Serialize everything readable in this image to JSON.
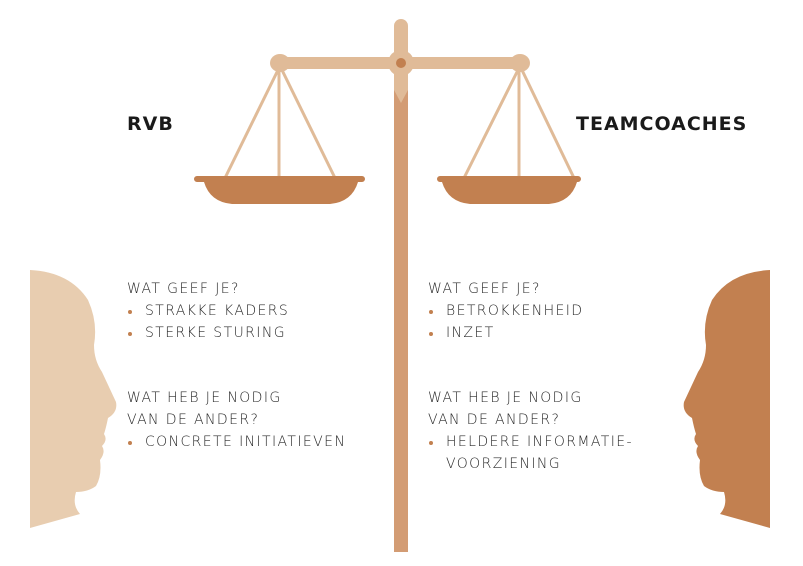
{
  "colors": {
    "beam": "#e0bb98",
    "pole": "#d39c74",
    "pan": "#c28050",
    "head_left": "#e8cdb0",
    "head_right": "#c28050"
  },
  "left": {
    "title": "RVB",
    "give_question": "WAT GEEF JE?",
    "give_items": [
      "STRAKKE KADERS",
      "STERKE STURING"
    ],
    "need_question_1": "WAT HEB JE NODIG",
    "need_question_2": "VAN DE ANDER?",
    "need_items": [
      "CONCRETE INITIATIEVEN"
    ]
  },
  "right": {
    "title": "TEAMCOACHES",
    "give_question": "WAT GEEF JE?",
    "give_items": [
      "BETROKKENHEID",
      "INZET"
    ],
    "need_question_1": "WAT HEB JE NODIG",
    "need_question_2": "VAN DE ANDER?",
    "need_items": [
      "HELDERE INFORMATIE-",
      "VOORZIENING"
    ]
  }
}
